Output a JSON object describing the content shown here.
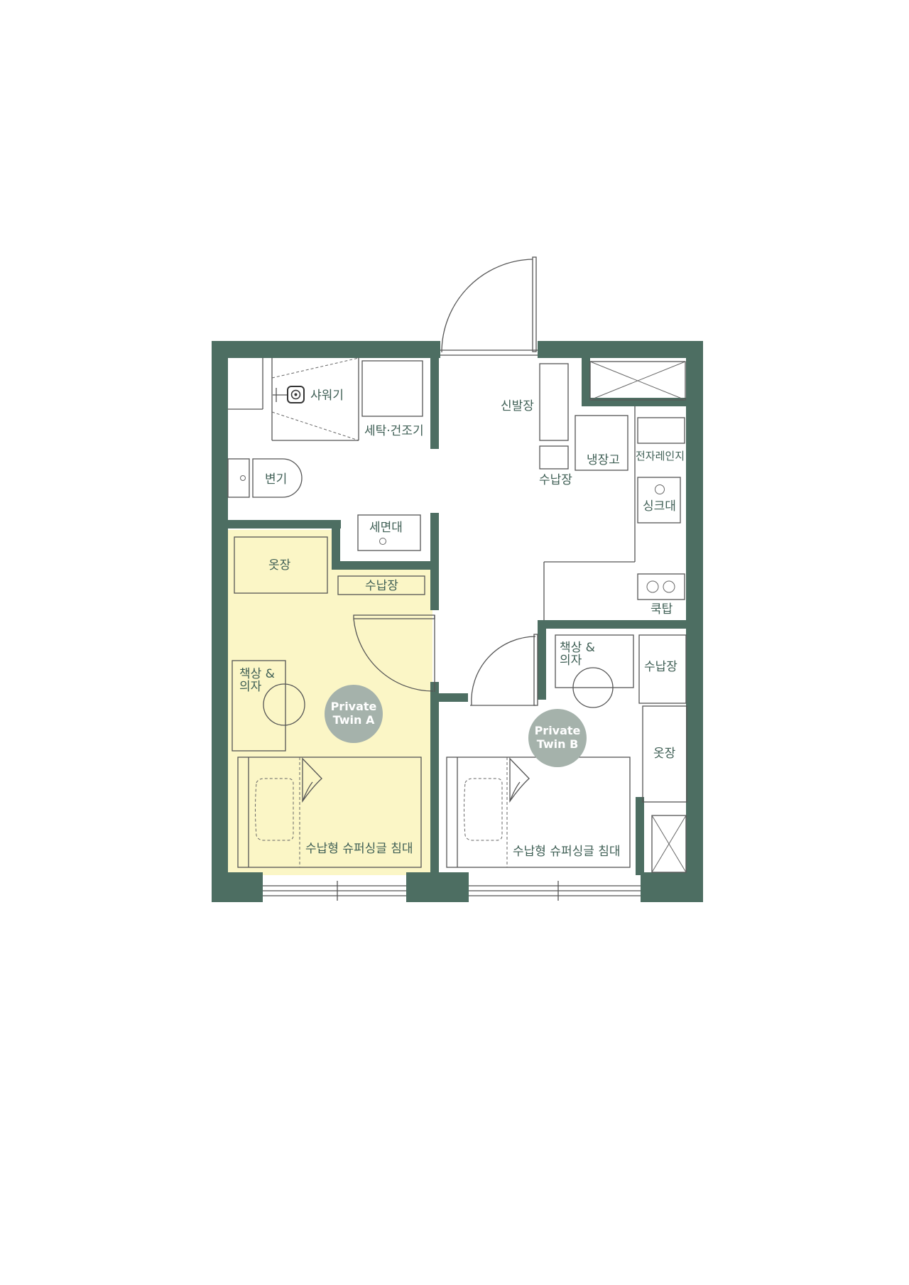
{
  "colors": {
    "wall": "#4d6e62",
    "highlight_room": "#fbf6c6",
    "badge": "#a5b2ab",
    "label": "#3f5f55"
  },
  "labels": {
    "shower": "샤워기",
    "washer_dryer": "세탁·건조기",
    "shoe_cabinet": "신발장",
    "refrigerator": "냉장고",
    "storage_entry": "수납장",
    "microwave": "전자레인지",
    "sink": "싱크대",
    "toilet": "변기",
    "washbasin": "세면대",
    "closet_a": "옷장",
    "storage_a": "수납장",
    "cooktop": "쿡탑",
    "desk_a_line1": "책상 &",
    "desk_a_line2": "의자",
    "desk_b_line1": "책상 &",
    "desk_b_line2": "의자",
    "storage_b": "수납장",
    "closet_b": "옷장",
    "bed_a": "수납형 슈퍼싱글 침대",
    "bed_b": "수납형 슈퍼싱글 침대"
  },
  "rooms": {
    "a": {
      "line1": "Private",
      "line2": "Twin A",
      "highlighted": true
    },
    "b": {
      "line1": "Private",
      "line2": "Twin B",
      "highlighted": false
    }
  }
}
